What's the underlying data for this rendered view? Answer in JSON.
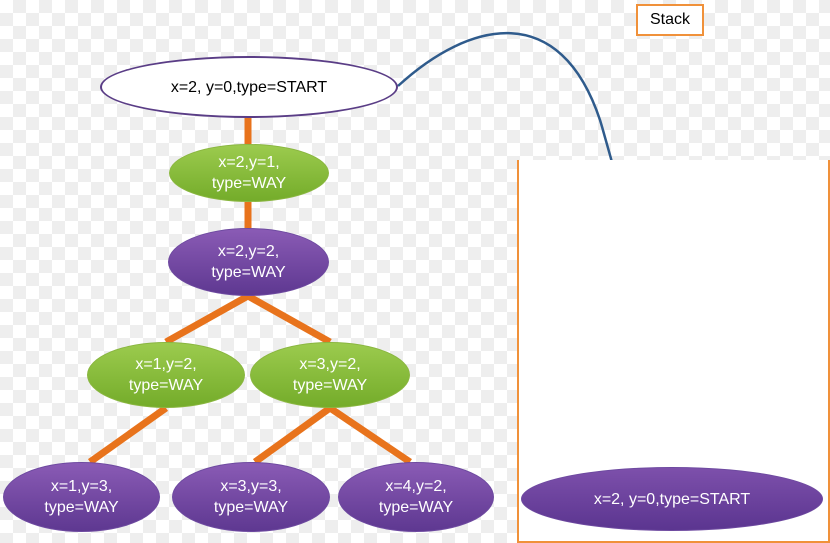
{
  "stack": {
    "label": "Stack",
    "items": [
      "x=2, y=0,type=START"
    ]
  },
  "tree": {
    "root": "x=2, y=0,type=START",
    "n1": "x=2,y=1,\ntype=WAY",
    "n2": "x=2,y=2,\ntype=WAY",
    "n3": "x=1,y=2,\ntype=WAY",
    "n4": "x=3,y=2,\ntype=WAY",
    "n5": "x=1,y=3,\ntype=WAY",
    "n6": "x=3,y=3,\ntype=WAY",
    "n7": "x=4,y=2,\ntype=WAY"
  },
  "colors": {
    "edge": "#e8731c",
    "green": "#8dc03f",
    "purple": "#6d43a3",
    "arrow": "#2f5b8c",
    "stack_border": "#f0913a"
  }
}
